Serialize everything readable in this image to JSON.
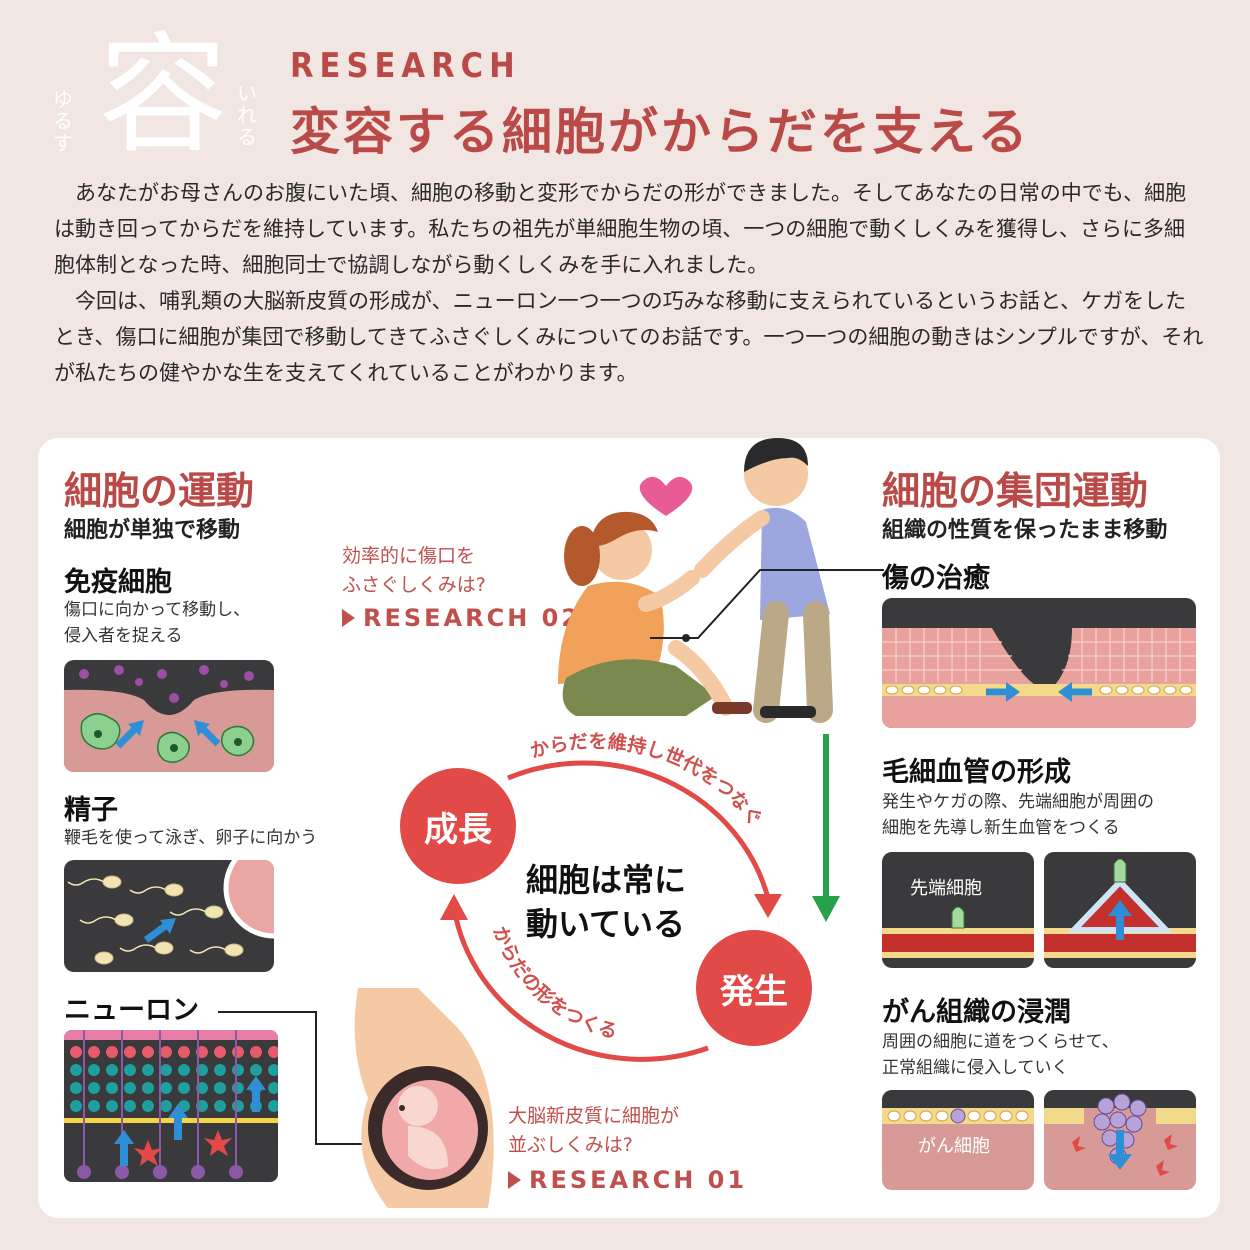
{
  "logo": {
    "kanji": "容",
    "left_text": "ゆるす",
    "right_text": "いれる"
  },
  "header": {
    "tag": "RESEARCH",
    "title": "変容する細胞がからだを支える"
  },
  "intro": {
    "p1": "あなたがお母さんのお腹にいた頃、細胞の移動と変形でからだの形ができました。そしてあなたの日常の中でも、細胞は動き回ってからだを維持しています。私たちの祖先が単細胞生物の頃、一つの細胞で動くしくみを獲得し、さらに多細胞体制となった時、細胞同士で協調しながら動くしくみを手に入れました。",
    "p2": "今回は、哺乳類の大脳新皮質の形成が、ニューロン一つ一つの巧みな移動に支えられているというお話と、ケガをしたとき、傷口に細胞が集団で移動してきてふさぐしくみについてのお話です。一つ一つの細胞の動きはシンプルですが、それが私たちの健やかな生を支えてくれていることがわかります。"
  },
  "left": {
    "title": "細胞の運動",
    "subtitle": "細胞が単独で移動",
    "immune": {
      "title": "免疫細胞",
      "desc1": "傷口に向かって移動し、",
      "desc2": "侵入者を捉える"
    },
    "sperm": {
      "title": "精子",
      "desc": "鞭毛を使って泳ぎ、卵子に向かう"
    },
    "neuron": {
      "title": "ニューロン"
    }
  },
  "right": {
    "title": "細胞の集団運動",
    "subtitle": "組織の性質を保ったまま移動",
    "wound": {
      "title": "傷の治癒"
    },
    "capillary": {
      "title": "毛細血管の形成",
      "desc1": "発生やケガの際、先端細胞が周囲の",
      "desc2": "細胞を先導し新生血管をつくる",
      "cap_label": "先端細胞"
    },
    "cancer": {
      "title": "がん組織の浸潤",
      "desc1": "周囲の細胞に道をつくらせて、",
      "desc2": "正常組織に侵入していく",
      "cap_label": "がん細胞"
    }
  },
  "center": {
    "q2_line1": "効率的に傷口を",
    "q2_line2": "ふさぐしくみは?",
    "q2_link": "RESEARCH 02",
    "q1_line1": "大脳新皮質に細胞が",
    "q1_line2": "並ぶしくみは?",
    "q1_link": "RESEARCH 01",
    "growth": "成長",
    "development": "発生",
    "core_line1": "細胞は常に",
    "core_line2": "動いている",
    "arc_top": "からだを維持し世代をつなぐ",
    "arc_bottom": "からだの形をつくる"
  },
  "colors": {
    "accent": "#b94a48",
    "circle": "#e24a48",
    "arrow_green": "#27a24a",
    "arrow_blue": "#2f8fd6"
  }
}
